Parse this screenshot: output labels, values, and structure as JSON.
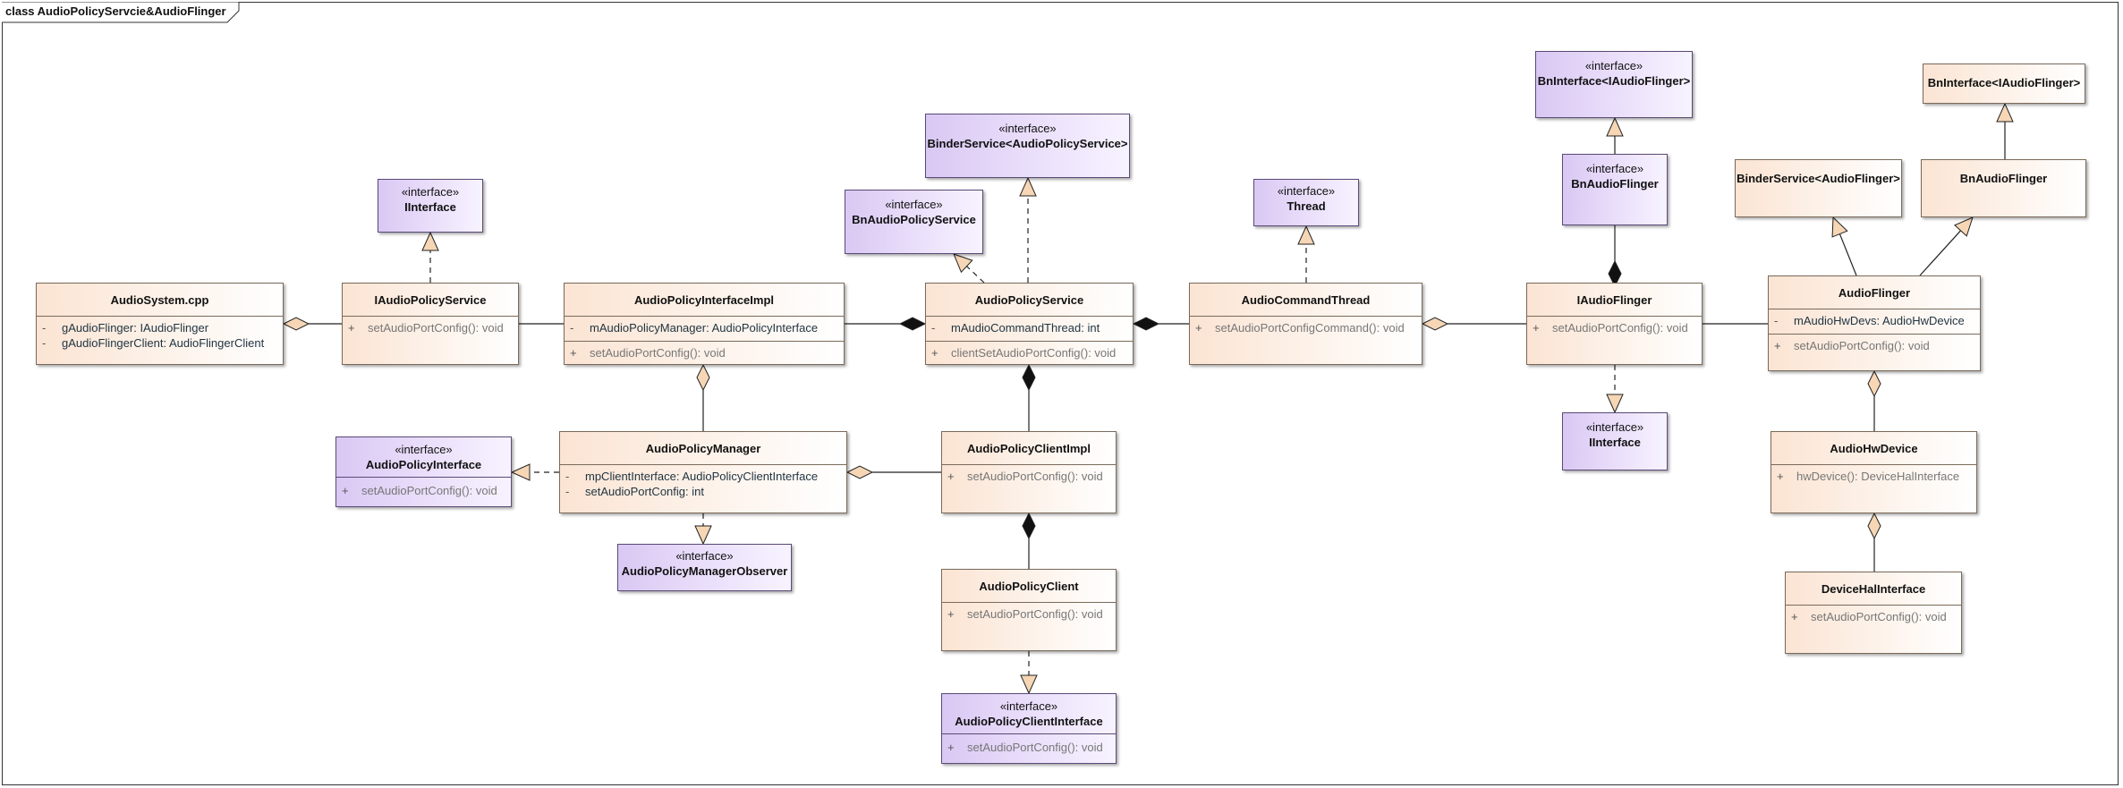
{
  "frame_title": "class AudioPolicyServcie&AudioFlinger",
  "colors": {
    "class_fill": "#fbe4d3",
    "interface_fill": "#d9c8f3",
    "line": "#222222",
    "arrow_fill": "#f6d6b5"
  },
  "classes": {
    "iinterface_top": {
      "stereotype": "«interface»",
      "name": "IInterface"
    },
    "binderservice_aps": {
      "stereotype": "«interface»",
      "name": "BinderService<AudioPolicyService>"
    },
    "bnaudiopolicyservice": {
      "stereotype": "«interface»",
      "name": "BnAudioPolicyService"
    },
    "thread": {
      "stereotype": "«interface»",
      "name": "Thread"
    },
    "bninterface_iaf_left": {
      "stereotype": "«interface»",
      "name": "BnInterface<IAudioFlinger>"
    },
    "bnaudioflinger_iface": {
      "stereotype": "«interface»",
      "name": "BnAudioFlinger"
    },
    "binderservice_af": {
      "name": "BinderService<AudioFlinger>"
    },
    "bninterface_iaf_right": {
      "name": "BnInterface<IAudioFlinger>"
    },
    "bnaudioflinger_class": {
      "name": "BnAudioFlinger"
    },
    "audiosystem": {
      "name": "AudioSystem.cpp",
      "attributes": [
        {
          "vis": "-",
          "text": "gAudioFlinger: IAudioFlinger"
        },
        {
          "vis": "-",
          "text": "gAudioFlingerClient: AudioFlingerClient"
        }
      ]
    },
    "iaudiopolicyservice": {
      "name": "IAudioPolicyService",
      "operations": [
        {
          "vis": "+",
          "text": "setAudioPortConfig(): void"
        }
      ]
    },
    "audiopolicyinterfaceimpl": {
      "name": "AudioPolicyInterfaceImpl",
      "attributes": [
        {
          "vis": "-",
          "text": "mAudioPolicyManager:  AudioPolicyInterface"
        }
      ],
      "operations": [
        {
          "vis": "+",
          "text": "setAudioPortConfig(): void"
        }
      ]
    },
    "audiopolicyservice": {
      "name": "AudioPolicyService",
      "attributes": [
        {
          "vis": "-",
          "text": "mAudioCommandThread: int"
        }
      ],
      "operations": [
        {
          "vis": "+",
          "text": "clientSetAudioPortConfig(): void"
        }
      ]
    },
    "audiocommandthread": {
      "name": "AudioCommandThread",
      "operations": [
        {
          "vis": "+",
          "text": "setAudioPortConfigCommand(): void"
        }
      ]
    },
    "iaudioflinger": {
      "name": "IAudioFlinger",
      "operations": [
        {
          "vis": "+",
          "text": "setAudioPortConfig(): void"
        }
      ]
    },
    "audioflinger": {
      "name": "AudioFlinger",
      "attributes": [
        {
          "vis": "-",
          "text": "mAudioHwDevs: AudioHwDevice"
        }
      ],
      "operations": [
        {
          "vis": "+",
          "text": "setAudioPortConfig(): void"
        }
      ]
    },
    "iinterface_bottom": {
      "stereotype": "«interface»",
      "name": "IInterface"
    },
    "audiopolicyinterface": {
      "stereotype": "«interface»",
      "name": "AudioPolicyInterface",
      "operations": [
        {
          "vis": "+",
          "text": "setAudioPortConfig(): void"
        }
      ]
    },
    "audiopolicymanager": {
      "name": "AudioPolicyManager",
      "attributes": [
        {
          "vis": "-",
          "text": "mpClientInterface: AudioPolicyClientInterface"
        },
        {
          "vis": "-",
          "text": "setAudioPortConfig: int"
        }
      ]
    },
    "audiopolicyclientimpl": {
      "name": "AudioPolicyClientImpl",
      "operations": [
        {
          "vis": "+",
          "text": "setAudioPortConfig(): void"
        }
      ]
    },
    "audiohwdevice": {
      "name": "AudioHwDevice",
      "operations": [
        {
          "vis": "+",
          "text": "hwDevice(): DeviceHalInterface"
        }
      ]
    },
    "audiopolicymanagerobserver": {
      "stereotype": "«interface»",
      "name": "AudioPolicyManagerObserver"
    },
    "audiopolicyclient": {
      "name": "AudioPolicyClient",
      "operations": [
        {
          "vis": "+",
          "text": "setAudioPortConfig(): void"
        }
      ]
    },
    "devicehalinterface": {
      "name": "DeviceHalInterface",
      "operations": [
        {
          "vis": "+",
          "text": "setAudioPortConfig(): void"
        }
      ]
    },
    "audiopolicyclientinterface": {
      "stereotype": "«interface»",
      "name": "AudioPolicyClientInterface",
      "operations": [
        {
          "vis": "+",
          "text": "setAudioPortConfig(): void"
        }
      ]
    }
  }
}
